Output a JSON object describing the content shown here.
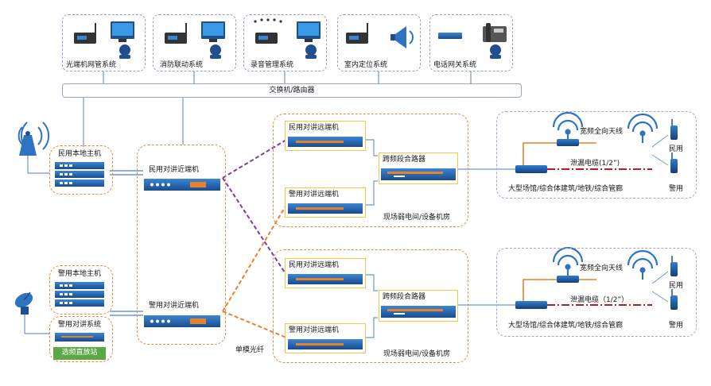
{
  "top_systems": [
    {
      "label": "光端机网管系统"
    },
    {
      "label": "消防联动系统"
    },
    {
      "label": "录音管理系统"
    },
    {
      "label": "室内定位系统"
    },
    {
      "label": "电话网关系统"
    }
  ],
  "switch_label": "交换机/路由器",
  "left": {
    "civil_host": "民用本地主机",
    "police_host": "警用本地主机",
    "police_system": "警用对讲系统",
    "repeater": "选频直放站"
  },
  "near_end": {
    "civil": "民用对讲近端机",
    "police": "警用对讲近端机",
    "fiber_label": "单模光纤"
  },
  "rooms": [
    {
      "civil_remote": "民用对讲远端机",
      "police_remote": "警用对讲远端机",
      "combiner": "跨频段合路器",
      "room_label": "现场弱电间/设备机房"
    },
    {
      "civil_remote": "民用对讲远端机",
      "police_remote": "警用对讲远端机",
      "combiner": "跨频段合路器",
      "room_label": "现场弱电间/设备机房"
    }
  ],
  "coverage": [
    {
      "antenna": "宽频全向天线",
      "cable": "泄漏电缆(1/2”)",
      "venue": "大型场馆/综合体建筑/地铁/综合管廊",
      "civil": "民用",
      "police": "警用"
    },
    {
      "antenna": "宽频全向天线",
      "cable": "泄漏电缆（1/2”）",
      "venue": "大型场馆/综合体建筑/地铁/综合管廊",
      "civil": "民用",
      "police": "警用"
    }
  ],
  "colors": {
    "blue_dark": "#1f4f8f",
    "blue_mid": "#2e74c0",
    "orange": "#e9812a",
    "purple": "#7d3aa8",
    "red_dash": "#c0182a",
    "green": "#5aa846",
    "line": "#6f97c9"
  }
}
